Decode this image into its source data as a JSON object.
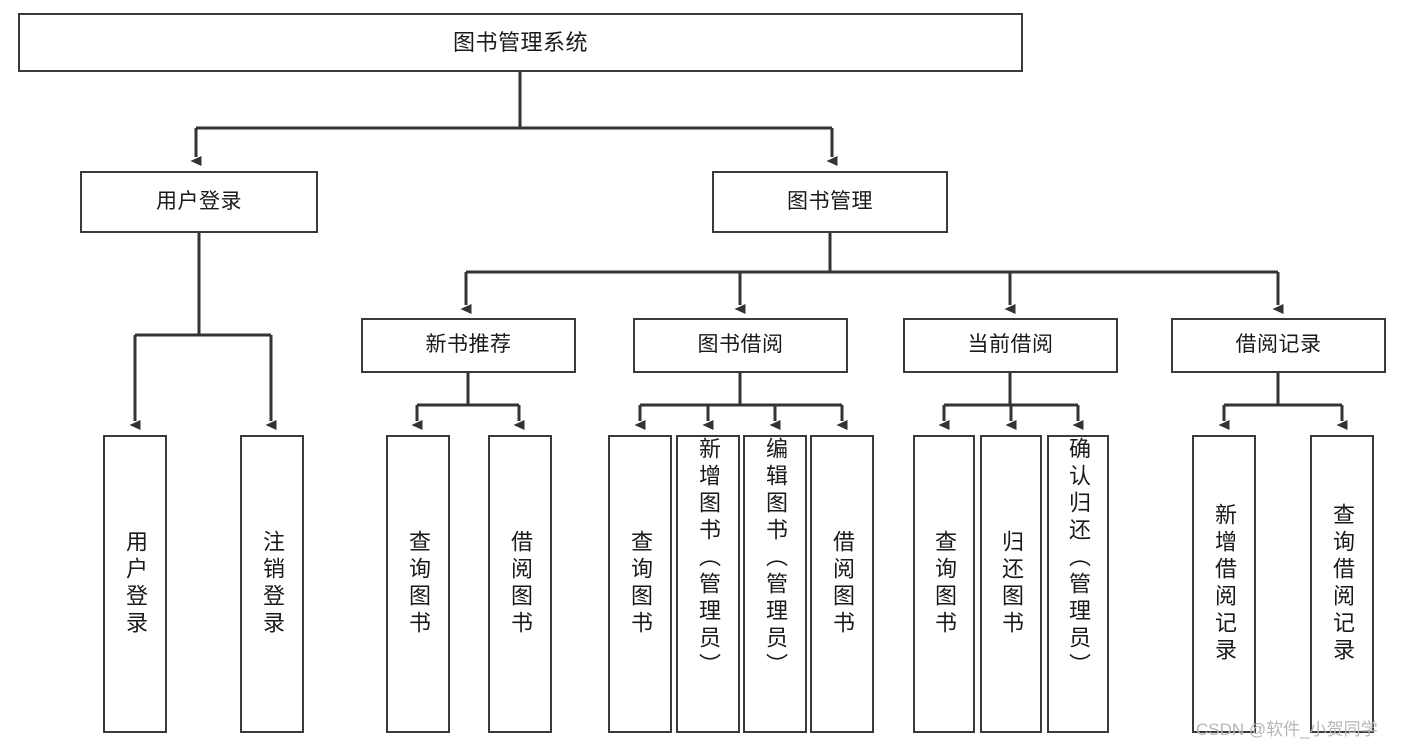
{
  "diagram": {
    "type": "tree",
    "title": "图书管理系统",
    "orientation": "top-down",
    "colors": {
      "box_border": "#3a3a3a",
      "box_fill": "#ffffff",
      "connector": "#333333",
      "text": "#1a1a1a",
      "watermark": "#b6b6b6"
    },
    "nodes": {
      "root": {
        "label": "图书管理系统",
        "level": 1
      },
      "user_login": {
        "label": "用户登录",
        "level": 2
      },
      "book_manage": {
        "label": "图书管理",
        "level": 2
      },
      "new_book_rec": {
        "label": "新书推荐",
        "level": 3
      },
      "book_borrow": {
        "label": "图书借阅",
        "level": 3
      },
      "current_borrow": {
        "label": "当前借阅",
        "level": 3
      },
      "borrow_record": {
        "label": "借阅记录",
        "level": 3
      },
      "leaf_user_login": {
        "label": "用户登录",
        "level": 3
      },
      "leaf_logout": {
        "label": "注销登录",
        "level": 3
      },
      "leaf_query_book_1": {
        "label": "查询图书",
        "level": 4
      },
      "leaf_borrow_book_1": {
        "label": "借阅图书",
        "level": 4
      },
      "leaf_query_book_2": {
        "label": "查询图书",
        "level": 4
      },
      "leaf_add_book": {
        "label": "新增图书（管理员）",
        "level": 4
      },
      "leaf_edit_book": {
        "label": "编辑图书（管理员）",
        "level": 4
      },
      "leaf_borrow_book_2": {
        "label": "借阅图书",
        "level": 4
      },
      "leaf_query_book_3": {
        "label": "查询图书",
        "level": 4
      },
      "leaf_return_book": {
        "label": "归还图书",
        "level": 4
      },
      "leaf_confirm_return": {
        "label": "确认归还（管理员）",
        "level": 4
      },
      "leaf_add_record": {
        "label": "新增借阅记录",
        "level": 4
      },
      "leaf_query_record": {
        "label": "查询借阅记录",
        "level": 4
      }
    },
    "edges": [
      {
        "from": "root",
        "to": "user_login"
      },
      {
        "from": "root",
        "to": "book_manage"
      },
      {
        "from": "user_login",
        "to": "leaf_user_login"
      },
      {
        "from": "user_login",
        "to": "leaf_logout"
      },
      {
        "from": "book_manage",
        "to": "new_book_rec"
      },
      {
        "from": "book_manage",
        "to": "book_borrow"
      },
      {
        "from": "book_manage",
        "to": "current_borrow"
      },
      {
        "from": "book_manage",
        "to": "borrow_record"
      },
      {
        "from": "new_book_rec",
        "to": "leaf_query_book_1"
      },
      {
        "from": "new_book_rec",
        "to": "leaf_borrow_book_1"
      },
      {
        "from": "book_borrow",
        "to": "leaf_query_book_2"
      },
      {
        "from": "book_borrow",
        "to": "leaf_add_book"
      },
      {
        "from": "book_borrow",
        "to": "leaf_edit_book"
      },
      {
        "from": "book_borrow",
        "to": "leaf_borrow_book_2"
      },
      {
        "from": "current_borrow",
        "to": "leaf_query_book_3"
      },
      {
        "from": "current_borrow",
        "to": "leaf_return_book"
      },
      {
        "from": "current_borrow",
        "to": "leaf_confirm_return"
      },
      {
        "from": "borrow_record",
        "to": "leaf_add_record"
      },
      {
        "from": "borrow_record",
        "to": "leaf_query_record"
      }
    ]
  },
  "watermark": {
    "text": "CSDN @软件_小贺同学"
  }
}
